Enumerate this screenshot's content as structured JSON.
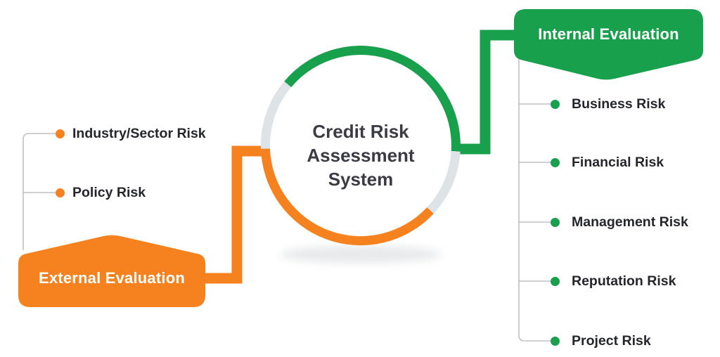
{
  "diagram": {
    "title": "Credit Risk Assessment System",
    "external": {
      "label": "External Evaluation",
      "items": [
        "Industry/Sector Risk",
        "Policy Risk"
      ]
    },
    "internal": {
      "label": "Internal Evaluation",
      "items": [
        "Business Risk",
        "Financial Risk",
        "Management Risk",
        "Reputation Risk",
        "Project Risk"
      ]
    },
    "colors": {
      "orange": "#F5821F",
      "green": "#18A04C",
      "ring_gray": "#DDE3E6",
      "line_gray": "#BDC1C4",
      "title_text": "#3B3B44",
      "item_text": "#24262C"
    }
  }
}
